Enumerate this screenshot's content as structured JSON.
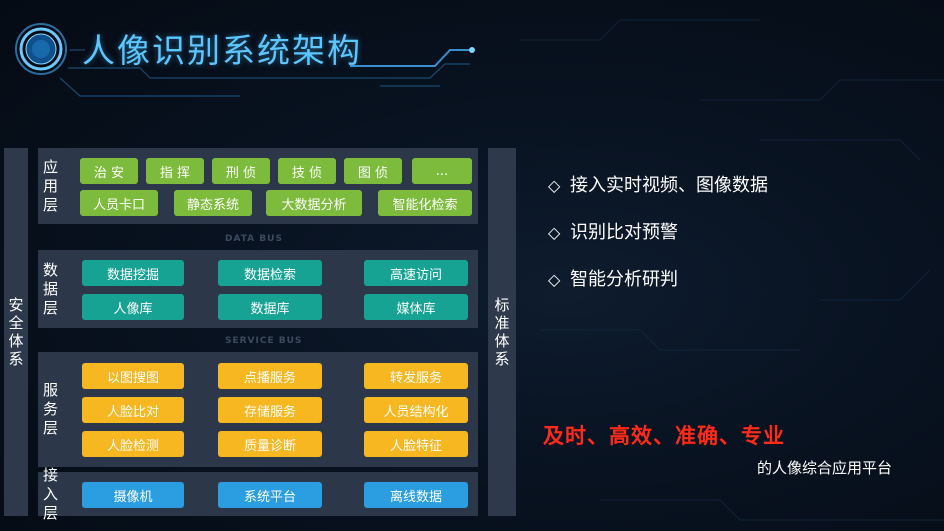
{
  "title": "人像识别系统架构",
  "left_panel": "安全体系",
  "right_panel": "标准体系",
  "layers": [
    {
      "label": "应用层",
      "buttons": [
        [
          "治 安",
          "指 挥",
          "刑 侦",
          "技 侦",
          "图 侦",
          "..."
        ],
        [
          "人员卡口",
          "静态系统",
          "大数据分析",
          "智能化检索"
        ]
      ],
      "color": "#7dbb3c"
    },
    {
      "label": "数据层",
      "buttons": [
        [
          "数据挖掘",
          "数据检索",
          "高速访问"
        ],
        [
          "人像库",
          "数据库",
          "媒体库"
        ]
      ],
      "color": "#17a394"
    },
    {
      "label": "服务层",
      "buttons": [
        [
          "以图搜图",
          "点播服务",
          "转发服务"
        ],
        [
          "人脸比对",
          "存储服务",
          "人员结构化"
        ],
        [
          "人脸检测",
          "质量诊断",
          "人脸特征"
        ]
      ],
      "color": "#f6b720"
    },
    {
      "label": "接入层",
      "buttons": [
        [
          "摄像机",
          "系统平台",
          "离线数据"
        ]
      ],
      "color": "#2a9ee0"
    }
  ],
  "bus_labels": [
    "DATA BUS",
    "SERVICE BUS"
  ],
  "features": [
    "接入实时视频、图像数据",
    "识别比对预警",
    "智能分析研判"
  ],
  "bullet_symbol": "◇",
  "slogan": "及时、高效、准确、专业",
  "sub_slogan": "的人像综合应用平台",
  "colors": {
    "title": "#5cc7ff",
    "panel": "#2e3a4c",
    "slogan": "#ff2a1a"
  }
}
